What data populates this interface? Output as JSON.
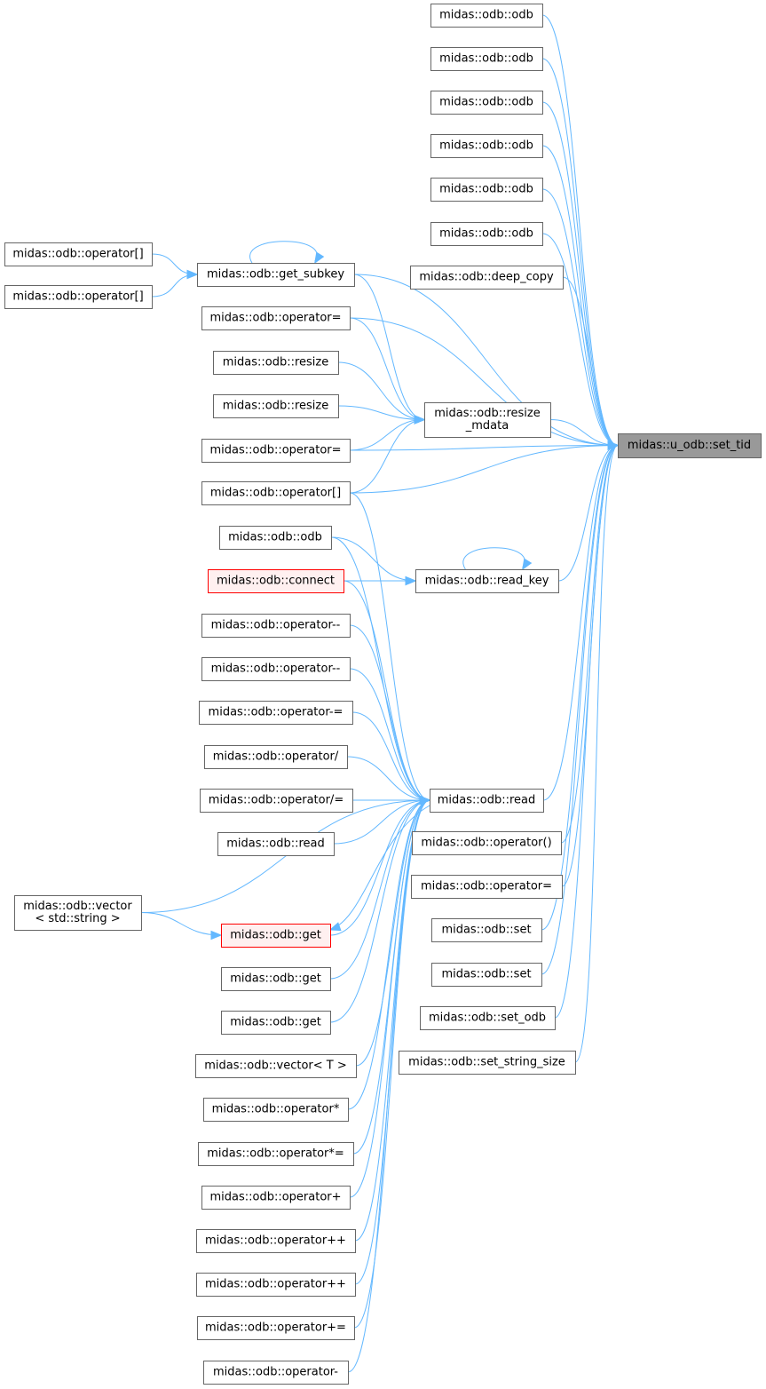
{
  "diagram": {
    "title": "",
    "colors": {
      "edge": "#63b8ff",
      "target_fill": "#999999",
      "node_border": "#666666",
      "highlight_border": "#ff0000",
      "highlight_fill": "#fff0f0"
    },
    "nodes": [
      {
        "id": "set_tid",
        "lines": [
          "midas::u_odb::set_tid"
        ],
        "style": "target"
      },
      {
        "id": "odb1",
        "lines": [
          "midas::odb::odb"
        ]
      },
      {
        "id": "odb2",
        "lines": [
          "midas::odb::odb"
        ]
      },
      {
        "id": "odb3",
        "lines": [
          "midas::odb::odb"
        ]
      },
      {
        "id": "odb4",
        "lines": [
          "midas::odb::odb"
        ]
      },
      {
        "id": "odb5",
        "lines": [
          "midas::odb::odb"
        ]
      },
      {
        "id": "odb6",
        "lines": [
          "midas::odb::odb"
        ]
      },
      {
        "id": "deep_copy",
        "lines": [
          "midas::odb::deep_copy"
        ]
      },
      {
        "id": "opidx1",
        "lines": [
          "midas::odb::operator[]"
        ]
      },
      {
        "id": "opidx2",
        "lines": [
          "midas::odb::operator[]"
        ]
      },
      {
        "id": "get_subkey",
        "lines": [
          "midas::odb::get_subkey"
        ]
      },
      {
        "id": "opeq1",
        "lines": [
          "midas::odb::operator="
        ]
      },
      {
        "id": "resize1",
        "lines": [
          "midas::odb::resize"
        ]
      },
      {
        "id": "resize2",
        "lines": [
          "midas::odb::resize"
        ]
      },
      {
        "id": "resize_mdata",
        "lines": [
          "midas::odb::resize",
          "_mdata"
        ]
      },
      {
        "id": "opeq2",
        "lines": [
          "midas::odb::operator="
        ]
      },
      {
        "id": "opidx3",
        "lines": [
          "midas::odb::operator[]"
        ]
      },
      {
        "id": "odb7",
        "lines": [
          "midas::odb::odb"
        ]
      },
      {
        "id": "connect",
        "lines": [
          "midas::odb::connect"
        ],
        "style": "red"
      },
      {
        "id": "read_key",
        "lines": [
          "midas::odb::read_key"
        ]
      },
      {
        "id": "opdec1",
        "lines": [
          "midas::odb::operator--"
        ]
      },
      {
        "id": "opdec2",
        "lines": [
          "midas::odb::operator--"
        ]
      },
      {
        "id": "opsubeq",
        "lines": [
          "midas::odb::operator-="
        ]
      },
      {
        "id": "opdiv",
        "lines": [
          "midas::odb::operator/"
        ]
      },
      {
        "id": "opdiveq",
        "lines": [
          "midas::odb::operator/="
        ]
      },
      {
        "id": "read2",
        "lines": [
          "midas::odb::read"
        ]
      },
      {
        "id": "read",
        "lines": [
          "midas::odb::read"
        ]
      },
      {
        "id": "vec_string",
        "lines": [
          "midas::odb::vector",
          "< std::string >"
        ]
      },
      {
        "id": "get1",
        "lines": [
          "midas::odb::get"
        ],
        "style": "red"
      },
      {
        "id": "get2",
        "lines": [
          "midas::odb::get"
        ]
      },
      {
        "id": "get3",
        "lines": [
          "midas::odb::get"
        ]
      },
      {
        "id": "vec_t",
        "lines": [
          "midas::odb::vector< T >"
        ]
      },
      {
        "id": "opmul",
        "lines": [
          "midas::odb::operator*"
        ]
      },
      {
        "id": "opmuleq",
        "lines": [
          "midas::odb::operator*="
        ]
      },
      {
        "id": "opadd",
        "lines": [
          "midas::odb::operator+"
        ]
      },
      {
        "id": "opinc1",
        "lines": [
          "midas::odb::operator++"
        ]
      },
      {
        "id": "opinc2",
        "lines": [
          "midas::odb::operator++"
        ]
      },
      {
        "id": "opaddeq",
        "lines": [
          "midas::odb::operator+="
        ]
      },
      {
        "id": "opsub",
        "lines": [
          "midas::odb::operator-"
        ]
      },
      {
        "id": "opcall",
        "lines": [
          "midas::odb::operator()"
        ]
      },
      {
        "id": "opeq3",
        "lines": [
          "midas::odb::operator="
        ]
      },
      {
        "id": "set1",
        "lines": [
          "midas::odb::set"
        ]
      },
      {
        "id": "set2",
        "lines": [
          "midas::odb::set"
        ]
      },
      {
        "id": "set_odb",
        "lines": [
          "midas::odb::set_odb"
        ]
      },
      {
        "id": "set_string_size",
        "lines": [
          "midas::odb::set_string_size"
        ]
      }
    ],
    "edges": [
      [
        "odb1",
        "set_tid"
      ],
      [
        "odb2",
        "set_tid"
      ],
      [
        "odb3",
        "set_tid"
      ],
      [
        "odb4",
        "set_tid"
      ],
      [
        "odb5",
        "set_tid"
      ],
      [
        "odb6",
        "set_tid"
      ],
      [
        "deep_copy",
        "set_tid"
      ],
      [
        "get_subkey",
        "set_tid"
      ],
      [
        "opeq1",
        "set_tid"
      ],
      [
        "resize_mdata",
        "set_tid"
      ],
      [
        "opeq2",
        "set_tid"
      ],
      [
        "opidx3",
        "set_tid"
      ],
      [
        "read_key",
        "set_tid"
      ],
      [
        "read",
        "set_tid"
      ],
      [
        "opcall",
        "set_tid"
      ],
      [
        "opeq3",
        "set_tid"
      ],
      [
        "set1",
        "set_tid"
      ],
      [
        "set2",
        "set_tid"
      ],
      [
        "set_odb",
        "set_tid"
      ],
      [
        "set_string_size",
        "set_tid"
      ],
      [
        "opidx1",
        "get_subkey"
      ],
      [
        "opidx2",
        "get_subkey"
      ],
      [
        "get_subkey",
        "get_subkey"
      ],
      [
        "get_subkey",
        "resize_mdata"
      ],
      [
        "opeq1",
        "resize_mdata"
      ],
      [
        "resize1",
        "resize_mdata"
      ],
      [
        "resize2",
        "resize_mdata"
      ],
      [
        "opeq2",
        "resize_mdata"
      ],
      [
        "opidx3",
        "resize_mdata"
      ],
      [
        "odb7",
        "read_key"
      ],
      [
        "connect",
        "read_key"
      ],
      [
        "read_key",
        "read_key"
      ],
      [
        "opidx3",
        "read"
      ],
      [
        "odb7",
        "read"
      ],
      [
        "connect",
        "read"
      ],
      [
        "opdec1",
        "read"
      ],
      [
        "opdec2",
        "read"
      ],
      [
        "opsubeq",
        "read"
      ],
      [
        "opdiv",
        "read"
      ],
      [
        "opdiveq",
        "read"
      ],
      [
        "read2",
        "read"
      ],
      [
        "vec_string",
        "read"
      ],
      [
        "get1",
        "read"
      ],
      [
        "get2",
        "read"
      ],
      [
        "get3",
        "read"
      ],
      [
        "vec_t",
        "read"
      ],
      [
        "opmul",
        "read"
      ],
      [
        "opmuleq",
        "read"
      ],
      [
        "opadd",
        "read"
      ],
      [
        "opinc1",
        "read"
      ],
      [
        "opinc2",
        "read"
      ],
      [
        "opaddeq",
        "read"
      ],
      [
        "opsub",
        "read"
      ],
      [
        "vec_string",
        "get1"
      ],
      [
        "read",
        "get1"
      ]
    ]
  }
}
